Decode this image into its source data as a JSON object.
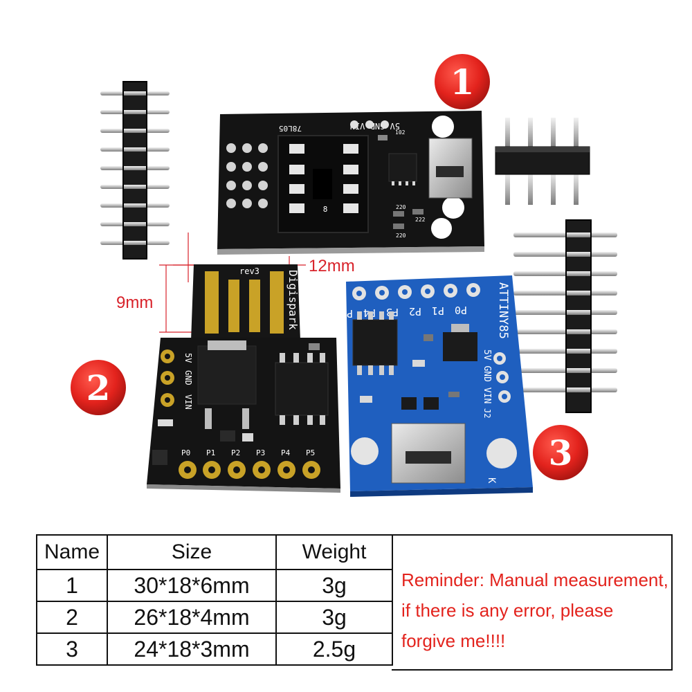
{
  "badges": {
    "b1": "1",
    "b2": "2",
    "b3": "3"
  },
  "dimensions": {
    "height_label": "9mm",
    "width_label": "12mm"
  },
  "board1": {
    "regulator": "78L05",
    "pins": "5V GND VIN",
    "res1": "102",
    "res2": "220",
    "res3": "220",
    "res4": "222",
    "socket_mark": "8"
  },
  "board2": {
    "brand": "Digispark",
    "rev": "rev3",
    "side_pins": [
      "5V",
      "GND",
      "VIN"
    ],
    "bottom_pins": [
      "P0",
      "P1",
      "P2",
      "P3",
      "P4",
      "P5"
    ]
  },
  "board3": {
    "top_pins": [
      "P5",
      "P4",
      "P3",
      "P2",
      "P1",
      "P0"
    ],
    "chip": "ATTINY85",
    "side_pins": "5V GND VIN",
    "j_label": "J2",
    "k_label": "K"
  },
  "spec_table": {
    "headers": [
      "Name",
      "Size",
      "Weight"
    ],
    "rows": [
      {
        "name": "1",
        "size": "30*18*6mm",
        "weight": "3g"
      },
      {
        "name": "2",
        "size": "26*18*4mm",
        "weight": "3g"
      },
      {
        "name": "3",
        "size": "24*18*3mm",
        "weight": "2.5g"
      }
    ],
    "reminder": "Reminder: Manual measurement, if there is any error, please forgive me!!!!"
  },
  "colors": {
    "badge_red": "#e3231d",
    "pcb_black": "#141414",
    "pcb_blue": "#1f5fbf",
    "gold": "#c9a227",
    "dimension_red": "#d8222a"
  }
}
